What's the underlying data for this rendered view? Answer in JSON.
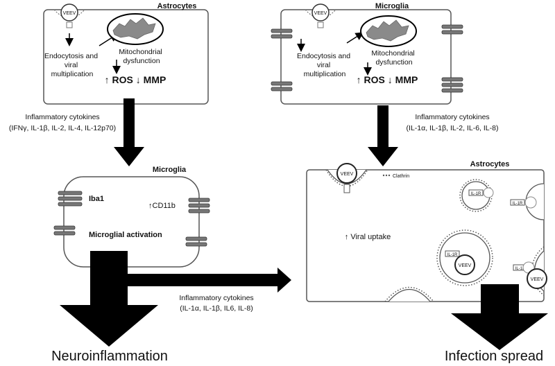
{
  "panel_top_left": {
    "title": "Astrocytes",
    "virus_label": "VEEV",
    "endocytosis_lines": [
      "Endocytosis and",
      "viral",
      "multiplication"
    ],
    "mito_lines": [
      "Mitochondrial",
      "dysfunction"
    ],
    "ros_label": "↑ ROS ↓ MMP"
  },
  "panel_top_right": {
    "title": "Microglia",
    "virus_label": "VEEV",
    "endocytosis_lines": [
      "Endocytosis and",
      "viral",
      "multiplication"
    ],
    "mito_lines": [
      "Mitochondrial",
      "dysfunction"
    ],
    "ros_label": "↑ ROS ↓ MMP"
  },
  "cytokines_left": {
    "title": "Inflammatory cytokines",
    "list": "(IFNγ, IL-1β, IL-2, IL-4, IL-12p70)"
  },
  "cytokines_right": {
    "title": "Inflammatory cytokines",
    "list": "(IL-1α, IL-1β, IL-2, IL-6, IL-8)"
  },
  "cytokines_middle": {
    "title": "Inflammatory cytokines",
    "list": "(IL-1α, IL-1β, IL6, IL-8)"
  },
  "microglia_activation": {
    "title": "Microglia",
    "iba1": "Iba1",
    "cd11b": "↑CD11b",
    "activation": "Microglial activation"
  },
  "astrocytes_bottom": {
    "title": "Astrocytes",
    "clathrin_legend": "Clathrin",
    "viral_uptake": "↑ Viral uptake",
    "veev": "VEEV",
    "receptor": "IL-1R"
  },
  "outcomes": {
    "left": "Neuroinflammation",
    "right": "Infection spread"
  }
}
